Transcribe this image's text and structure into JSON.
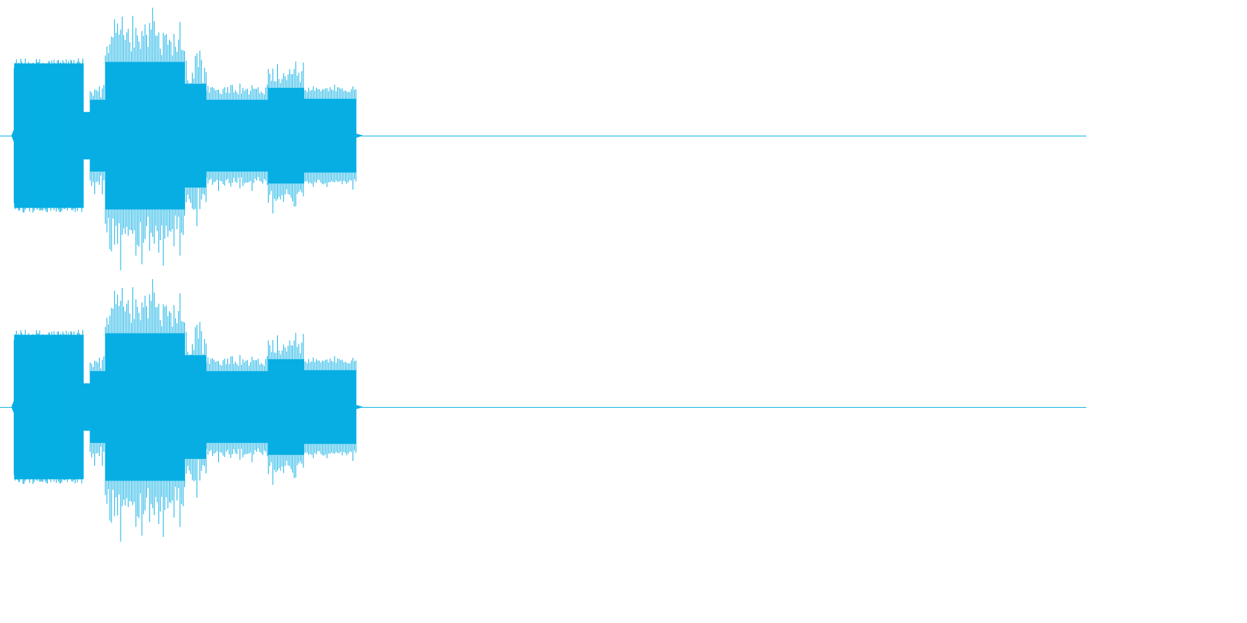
{
  "waveform": {
    "color": "#06aee4",
    "background": "#ffffff",
    "channels": [
      {
        "name": "left-channel"
      },
      {
        "name": "right-channel"
      }
    ],
    "amplitude_envelope": [
      {
        "segment": "burst-1",
        "start": 0.013,
        "end": 0.077,
        "level": 0.58,
        "jagged": 0.04,
        "ticks": false
      },
      {
        "segment": "gap",
        "start": 0.077,
        "end": 0.083,
        "level": 0.19,
        "jagged": 0.0,
        "ticks": false
      },
      {
        "segment": "burst-2",
        "start": 0.083,
        "end": 0.097,
        "level": 0.36,
        "jagged": 0.05,
        "ticks": true
      },
      {
        "segment": "burst-3",
        "start": 0.097,
        "end": 0.17,
        "level": 0.74,
        "jagged": 0.1,
        "ticks": true
      },
      {
        "segment": "burst-4",
        "start": 0.17,
        "end": 0.19,
        "level": 0.52,
        "jagged": 0.1,
        "ticks": true
      },
      {
        "segment": "burst-5",
        "start": 0.19,
        "end": 0.247,
        "level": 0.36,
        "jagged": 0.03,
        "ticks": true
      },
      {
        "segment": "burst-6",
        "start": 0.247,
        "end": 0.28,
        "level": 0.48,
        "jagged": 0.06,
        "ticks": true
      },
      {
        "segment": "burst-7",
        "start": 0.28,
        "end": 0.328,
        "level": 0.37,
        "jagged": 0.02,
        "ticks": true
      }
    ],
    "end_fraction": 0.328
  }
}
